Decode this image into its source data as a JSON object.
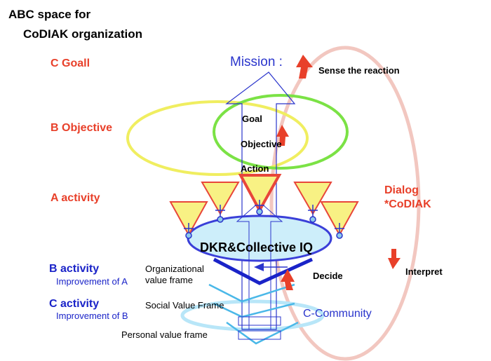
{
  "title_line1": "ABC space for",
  "title_line2": "CoDIAK organization",
  "left_labels": {
    "c_goal": "C Goall",
    "b_objective": "B Objective",
    "a_activity": "A activity",
    "b_activity": "B activity",
    "b_activity_sub": "Improvement of A",
    "c_activity": "C activity",
    "c_activity_sub": "Improvement of B"
  },
  "center_labels": {
    "mission": "Mission :",
    "goal": "Goal",
    "objective": "Objective",
    "action": "Action",
    "dkr": "DKR&Collective IQ",
    "org_frame_line1": "Organizational",
    "org_frame_line2": "value frame",
    "social_frame": "Social Value Frame",
    "personal_frame": "Personal value  frame",
    "c_community": "C-Community"
  },
  "right_labels": {
    "sense": "Sense the reaction",
    "dialog_line1": "Dialog",
    "dialog_line2": "*CoDIAK",
    "interpret": "Interpret",
    "decide": "Decide"
  },
  "colors": {
    "red_label": "#e8402a",
    "blue_label": "#1a23c8",
    "mission_blue": "#2a35cc",
    "yellow_ring": "#f0ee60",
    "green_ring": "#7be245",
    "dialog_ring": "#f2c7c0",
    "dkr_fill": "#cdeefa",
    "dkr_stroke": "#3a3fd8",
    "triangle_fill": "#f8f184",
    "triangle_stroke": "#e8463a",
    "arrow_red": "#e8402a",
    "frame_cyan": "#4ab8e8",
    "community_ring": "#b8e6f8"
  }
}
